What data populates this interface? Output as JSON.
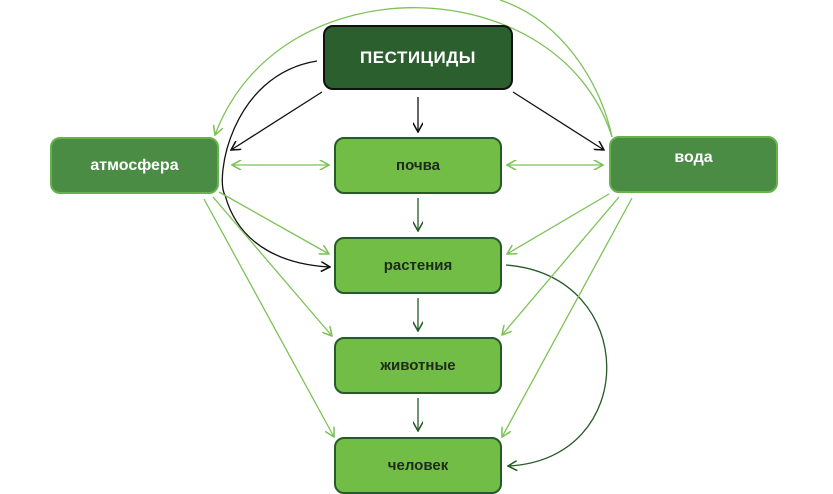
{
  "diagram": {
    "title_node": "ПЕСТИЦИДЫ",
    "side_nodes": {
      "left": "атмосфера",
      "right": "вода"
    },
    "chain_nodes": [
      "почва",
      "растения",
      "животные",
      "человек"
    ]
  },
  "colors": {
    "top_node_fill": "#2b5f2e",
    "side_node_fill": "#4a8c44",
    "chain_node_fill": "#72bd45",
    "light_arrow": "#7cc257",
    "black_arrow": "#111111",
    "dark_arrow": "#265a27"
  },
  "edges": [
    {
      "from": "ПЕСТИЦИДЫ",
      "to": "почва",
      "style": "black"
    },
    {
      "from": "ПЕСТИЦИДЫ",
      "to": "атмосфера",
      "style": "black"
    },
    {
      "from": "ПЕСТИЦИДЫ",
      "to": "вода",
      "style": "black"
    },
    {
      "from": "ПЕСТИЦИДЫ",
      "to": "растения",
      "style": "black-curve"
    },
    {
      "from": "вода",
      "to": "атмосфера",
      "style": "light-arc"
    },
    {
      "from": "атмосфера",
      "to": "вода",
      "style": "light-arc"
    },
    {
      "from": "атмосфера",
      "to": "почва",
      "style": "light-bidirectional"
    },
    {
      "from": "вода",
      "to": "почва",
      "style": "light-bidirectional"
    },
    {
      "from": "почва",
      "to": "растения",
      "style": "dark"
    },
    {
      "from": "растения",
      "to": "животные",
      "style": "dark"
    },
    {
      "from": "животные",
      "to": "человек",
      "style": "dark"
    },
    {
      "from": "растения",
      "to": "человек",
      "style": "dark-curve"
    },
    {
      "from": "атмосфера",
      "to": "растения",
      "style": "light"
    },
    {
      "from": "атмосфера",
      "to": "животные",
      "style": "light"
    },
    {
      "from": "атмосфера",
      "to": "человек",
      "style": "light"
    },
    {
      "from": "вода",
      "to": "растения",
      "style": "light"
    },
    {
      "from": "вода",
      "to": "животные",
      "style": "light"
    },
    {
      "from": "вода",
      "to": "человек",
      "style": "light"
    }
  ]
}
